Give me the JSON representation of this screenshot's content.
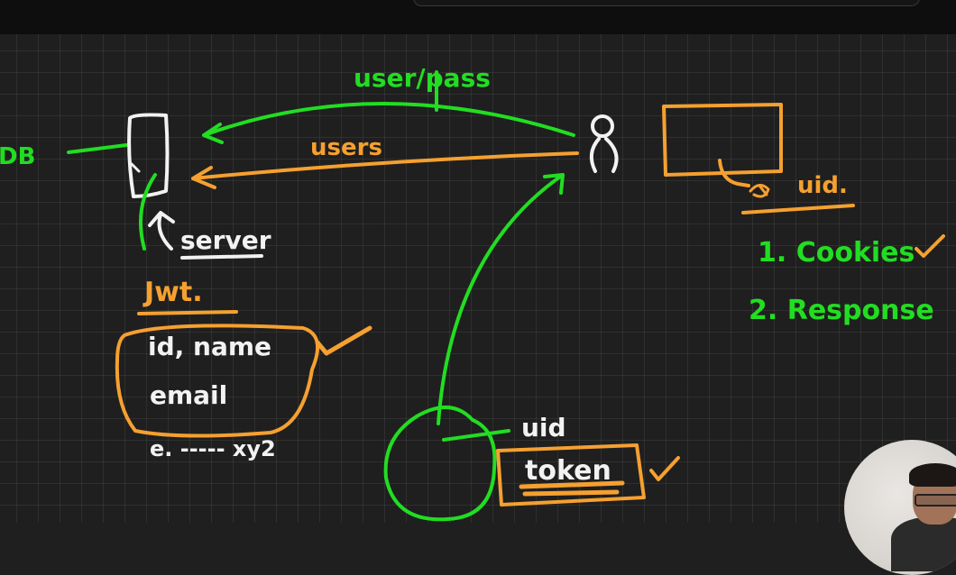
{
  "topbar": {
    "search_placeholder": ""
  },
  "diagram": {
    "db_label": "DB",
    "server_label": "server",
    "jwt_label": "Jwt.",
    "payload_fields": [
      "id, name",
      "email"
    ],
    "signature_text": "e. ----- xy2",
    "credentials_label": "user/pass",
    "response_label": "users",
    "uid_label_right": "uid.",
    "delivery_options": [
      "1. Cookies",
      "2. Response"
    ],
    "uid_label_bottom": "uid",
    "token_label": "token"
  },
  "colors": {
    "green": "#22dd22",
    "orange": "#f5a030",
    "white": "#f2f2f2",
    "board": "#1f1f1f"
  },
  "icons": [
    "user-icon",
    "checkmark-icon"
  ]
}
